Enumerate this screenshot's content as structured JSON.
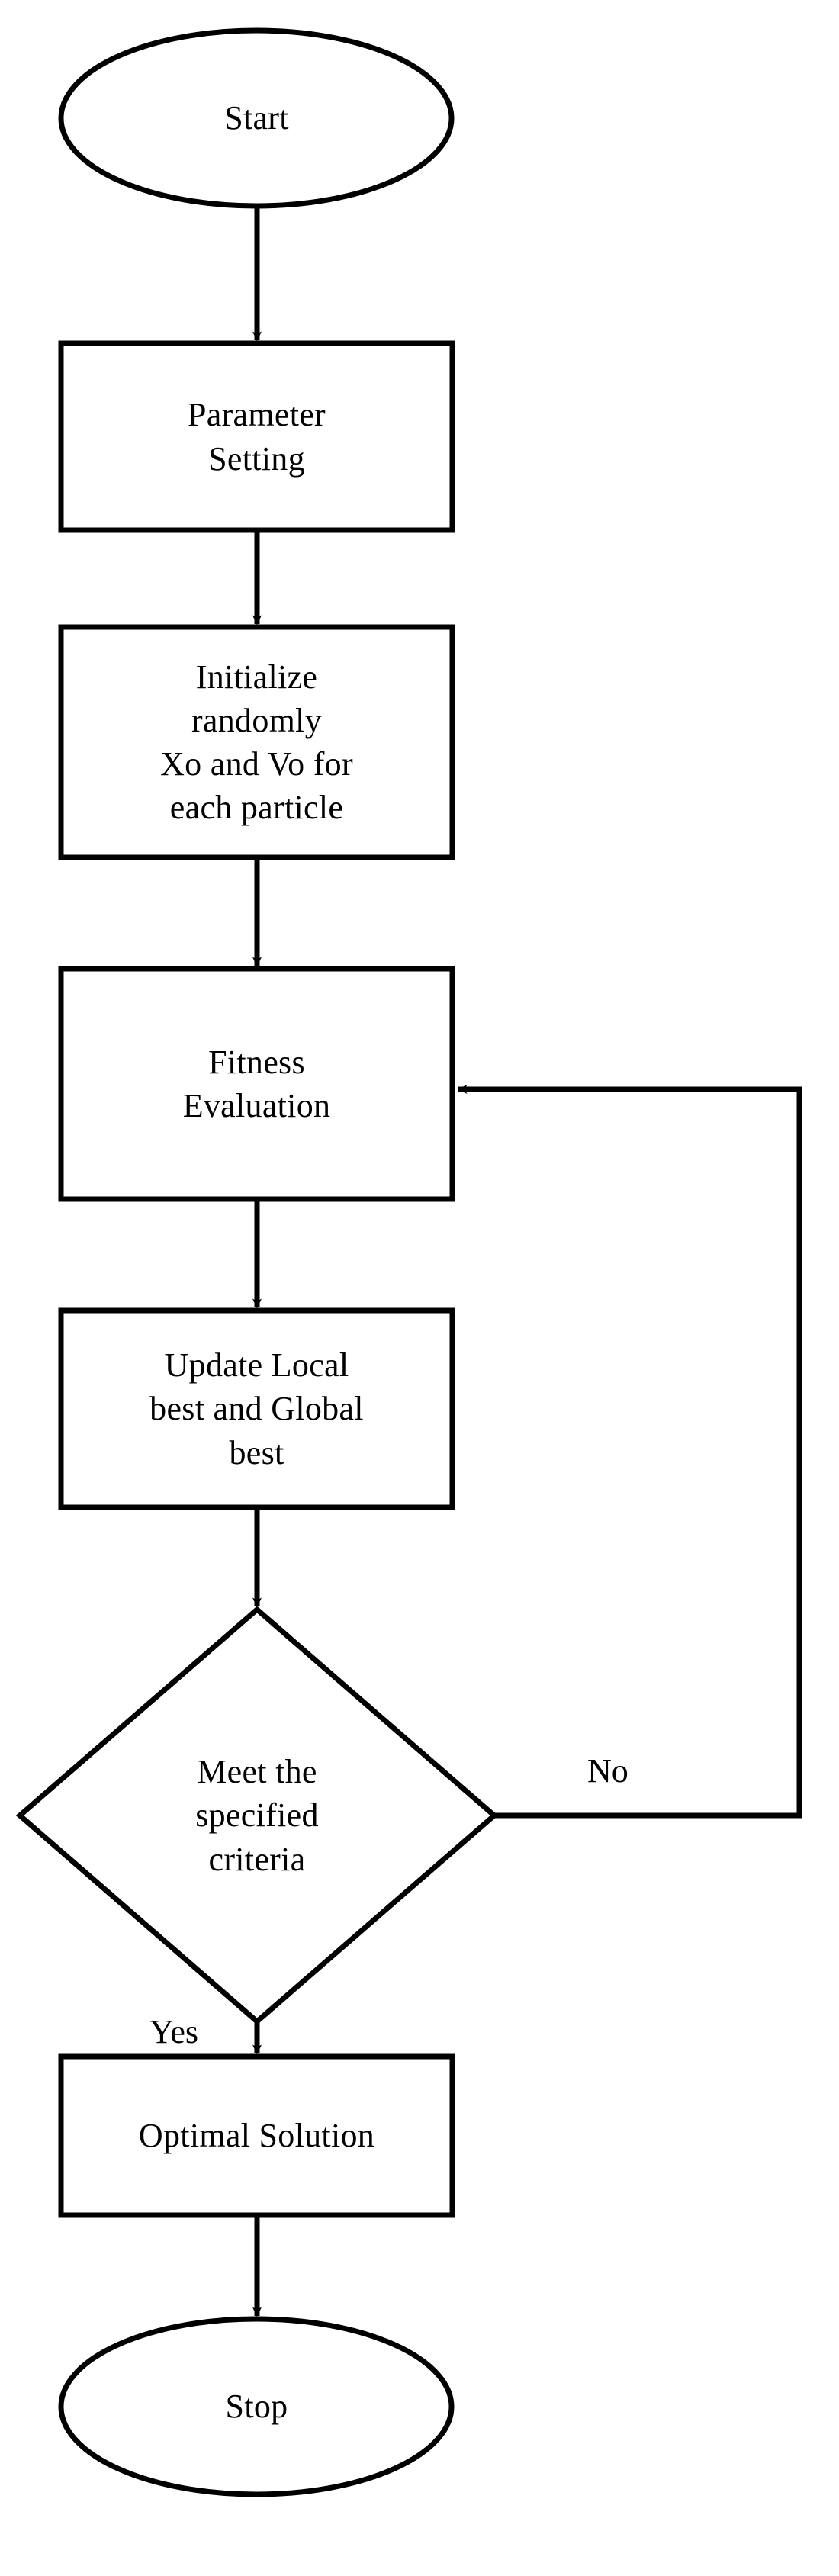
{
  "diagram": {
    "title": "Particle Swarm Optimization Flowchart",
    "type": "flowchart",
    "background_color": "#ffffff",
    "stroke_color": "#000000",
    "text_color": "#000000"
  },
  "nodes": {
    "start": {
      "id": "start",
      "shape": "ellipse",
      "label": "Start"
    },
    "param": {
      "id": "param",
      "shape": "rectangle",
      "label": "Parameter\nSetting"
    },
    "init": {
      "id": "init",
      "shape": "rectangle",
      "label": "Initialize\nrandomly\nXo and Vo for\neach particle"
    },
    "fitness": {
      "id": "fitness",
      "shape": "rectangle",
      "label": "Fitness\nEvaluation"
    },
    "update": {
      "id": "update",
      "shape": "rectangle",
      "label": "Update Local\nbest and Global\nbest"
    },
    "decision": {
      "id": "decision",
      "shape": "diamond",
      "label": "Meet the\nspecified\ncriteria"
    },
    "optimal": {
      "id": "optimal",
      "shape": "rectangle",
      "label": "Optimal Solution"
    },
    "stop": {
      "id": "stop",
      "shape": "ellipse",
      "label": "Stop"
    }
  },
  "edge_labels": {
    "no": "No",
    "yes": "Yes"
  },
  "edges": [
    {
      "from": "start",
      "to": "param",
      "label": ""
    },
    {
      "from": "param",
      "to": "init",
      "label": ""
    },
    {
      "from": "init",
      "to": "fitness",
      "label": ""
    },
    {
      "from": "fitness",
      "to": "update",
      "label": ""
    },
    {
      "from": "update",
      "to": "decision",
      "label": ""
    },
    {
      "from": "decision",
      "to": "fitness",
      "label": "No"
    },
    {
      "from": "decision",
      "to": "optimal",
      "label": "Yes"
    },
    {
      "from": "optimal",
      "to": "stop",
      "label": ""
    }
  ]
}
